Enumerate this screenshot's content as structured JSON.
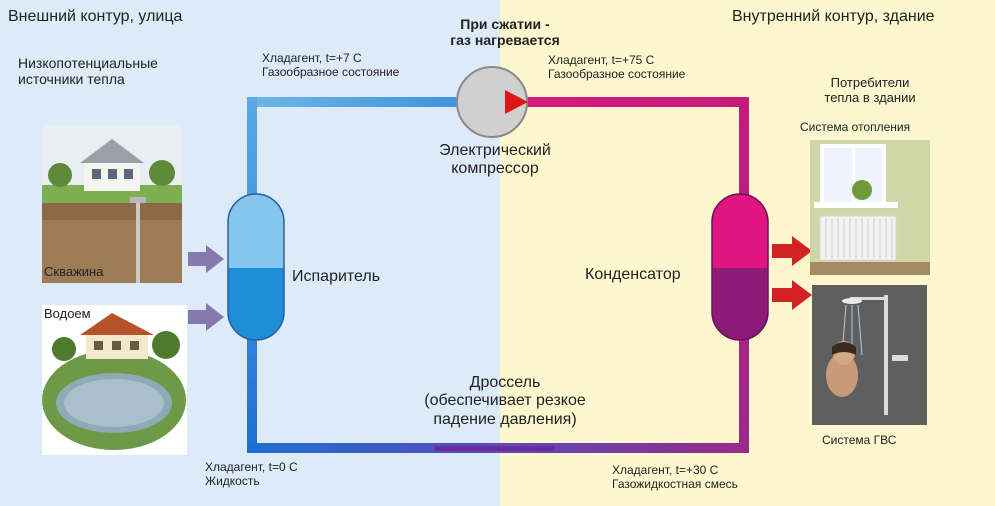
{
  "zones": {
    "outer_label": "Внешний контур, улица",
    "inner_label": "Внутренний контур, здание"
  },
  "sources": {
    "title_line1": "Низкопотенциальные",
    "title_line2": "источники тепла",
    "well_label": "Скважина",
    "pond_label": "Водоем"
  },
  "compression": {
    "line1": "При сжатии -",
    "line2": "газ нагревается"
  },
  "refrigerant_states": {
    "top_left_line1": "Хладагент, t=+7 С",
    "top_left_line2": "Газообразное состояние",
    "top_right_line1": "Хладагент, t=+75 С",
    "top_right_line2": "Газообразное состояние",
    "bottom_left_line1": "Хладагент, t=0 С",
    "bottom_left_line2": "Жидкость",
    "bottom_right_line1": "Хладагент, t=+30 С",
    "bottom_right_line2": "Газожидкостная смесь"
  },
  "components": {
    "compressor_line1": "Электрический",
    "compressor_line2": "компрессор",
    "evaporator": "Испаритель",
    "condenser": "Конденсатор",
    "throttle_line1": "Дроссель",
    "throttle_line2": "(обеспечивает резкое",
    "throttle_line3": "падение давления)"
  },
  "consumers": {
    "title_line1": "Потребители",
    "title_line2": "тепла в здании",
    "heating_label": "Система отопления",
    "hot_water_label": "Система ГВС"
  },
  "colors": {
    "outer_zone": "#dcebf7",
    "inner_zone": "#fdf7cf",
    "cold_pipe": "#1e6fd0",
    "hot_pipe": "#c81a7a",
    "evaporator_top": "#86c6ee",
    "evaporator_bottom": "#1c8fd8",
    "condenser_top": "#e0157f",
    "condenser_bottom": "#8e1a78",
    "input_arrow": "#8878b0",
    "output_arrow": "#d32222",
    "compressor_body": "#d0d0d0",
    "compressor_arrow": "#e01515"
  }
}
